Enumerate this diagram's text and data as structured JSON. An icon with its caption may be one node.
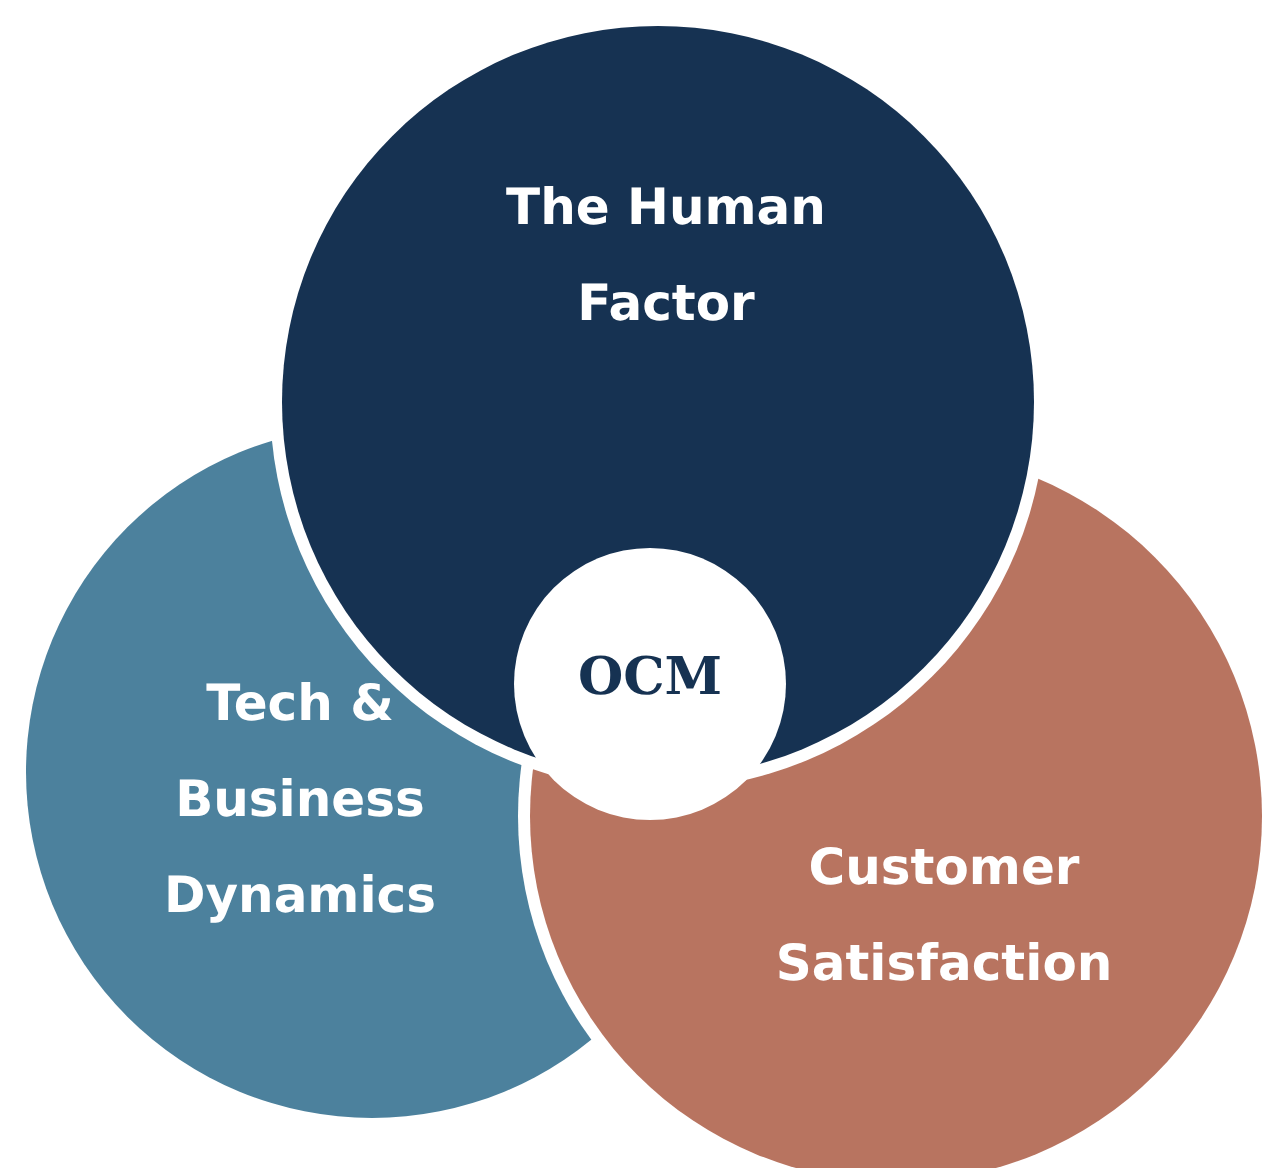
{
  "diagram": {
    "nodes": [
      {
        "text": [
          "The Human Factor"
        ]
      },
      {
        "text": [
          "Tech & Business Dynamics"
        ]
      },
      {
        "text": [
          "Customer Satisfaction"
        ]
      }
    ],
    "labels": [
      "OCM"
    ]
  }
}
